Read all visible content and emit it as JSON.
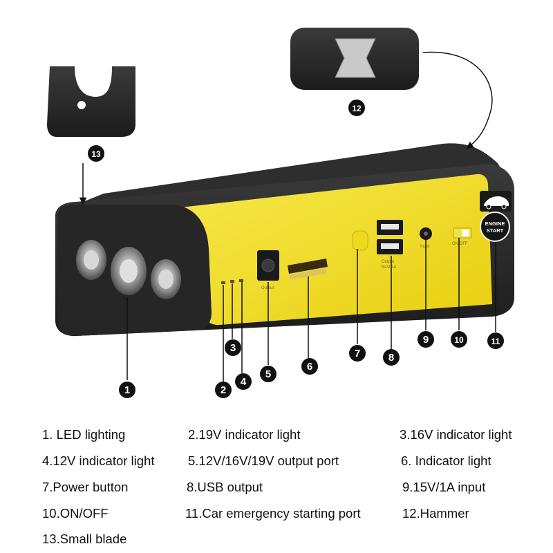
{
  "device": {
    "output_port_text": "Output",
    "usb_text": "Output",
    "usb_sub_text": "5V/2.1A",
    "input_text": "Input",
    "switch_text": "ON OFF",
    "engine_badge_line1": "ENGINE",
    "engine_badge_line2": "START"
  },
  "callouts": [
    {
      "num": "1"
    },
    {
      "num": "2"
    },
    {
      "num": "3"
    },
    {
      "num": "4"
    },
    {
      "num": "5"
    },
    {
      "num": "6"
    },
    {
      "num": "7"
    },
    {
      "num": "8"
    },
    {
      "num": "9"
    },
    {
      "num": "10"
    },
    {
      "num": "11"
    },
    {
      "num": "12"
    },
    {
      "num": "13"
    }
  ],
  "legend": {
    "items": [
      "1. LED lighting",
      "2.19V indicator light",
      "3.16V indicator light",
      "4.12V indicator light",
      "5.12V/16V/19V output port",
      "6. Indicator light",
      "7.Power button",
      "8.USB output",
      "9.15V/1A input",
      "10.ON/OFF",
      "11.Car emergency starting port",
      "12.Hammer",
      "13.Small blade"
    ]
  },
  "colors": {
    "body_black": "#2a2a2a",
    "panel_yellow": "#f4e224",
    "callout_black": "#111111"
  }
}
